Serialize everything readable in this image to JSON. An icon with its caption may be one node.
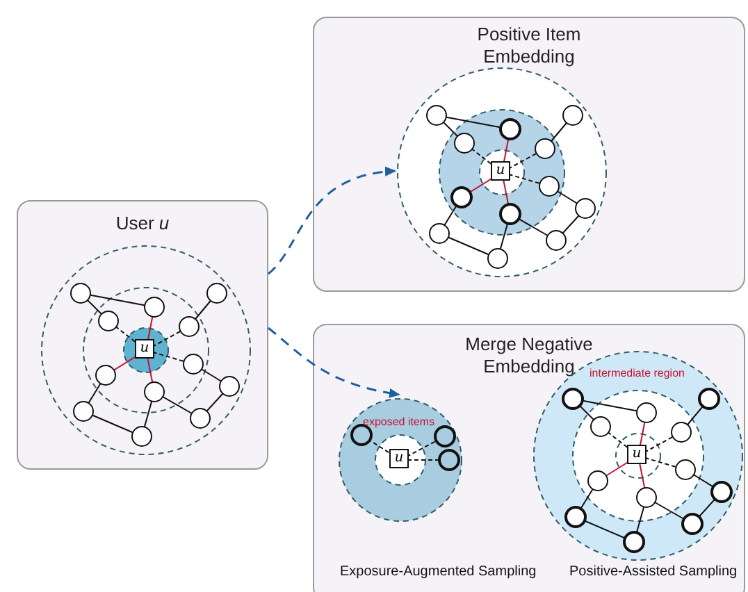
{
  "diagram": {
    "nodes": [
      {
        "text": [
          "User *u*"
        ]
      },
      {
        "text": [],
        "shape": "picture",
        "in": 0
      },
      {
        "text": [
          "Positive Item Embedding"
        ]
      },
      {
        "text": [],
        "shape": "picture",
        "in": 2
      },
      {
        "text": [
          "Merge Negative Embedding"
        ]
      },
      {
        "text": [],
        "shape": "picture",
        "in": 4
      },
      {
        "text": [],
        "shape": "picture",
        "in": 4
      }
    ],
    "edges": [
      {
        "from": 0,
        "to": 3,
        "arrow": "to",
        "style": "dashed"
      },
      {
        "from": 0,
        "to": 5,
        "arrow": "to",
        "style": "dashed"
      }
    ],
    "labels": [
      "u",
      "u",
      "exposed items",
      "u",
      "intermediate region",
      "u",
      "Exposure-Augmented Sampling",
      "Positive-Assisted Sampling"
    ]
  }
}
